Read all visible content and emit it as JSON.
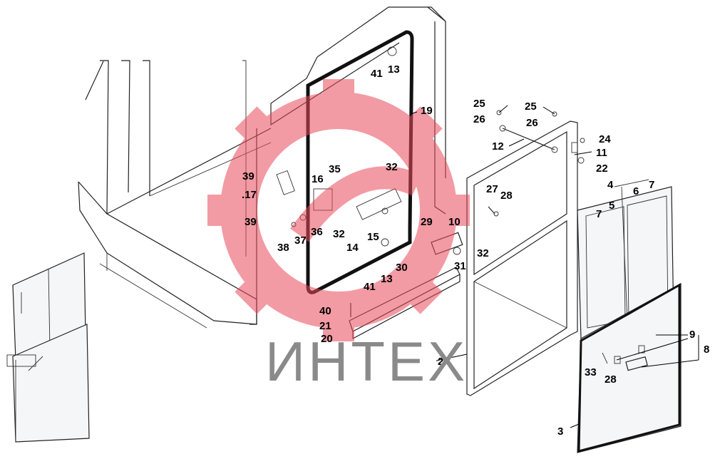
{
  "watermark": {
    "brand_text": "ИНТЕХ",
    "logo_color": "#e84a5a",
    "text_color": "#8a8a8a"
  },
  "callouts": [
    {
      "id": "41",
      "label": "41"
    },
    {
      "id": "13",
      "label": "13"
    },
    {
      "id": "19",
      "label": "19"
    },
    {
      "id": "25a",
      "label": "25"
    },
    {
      "id": "25b",
      "label": "25"
    },
    {
      "id": "26a",
      "label": "26"
    },
    {
      "id": "26b",
      "label": "26"
    },
    {
      "id": "24",
      "label": "24"
    },
    {
      "id": "12",
      "label": "12"
    },
    {
      "id": "11",
      "label": "11"
    },
    {
      "id": "22",
      "label": "22"
    },
    {
      "id": "39a",
      "label": "39"
    },
    {
      "id": "16",
      "label": "16"
    },
    {
      "id": "35",
      "label": "35"
    },
    {
      "id": "32a",
      "label": "32"
    },
    {
      "id": "17",
      "label": ".17"
    },
    {
      "id": "27",
      "label": "27"
    },
    {
      "id": "28a",
      "label": "28"
    },
    {
      "id": "4",
      "label": "4"
    },
    {
      "id": "7a",
      "label": "7"
    },
    {
      "id": "6",
      "label": "6"
    },
    {
      "id": "7b",
      "label": "7"
    },
    {
      "id": "5",
      "label": "5"
    },
    {
      "id": "39b",
      "label": "39"
    },
    {
      "id": "36",
      "label": "36"
    },
    {
      "id": "32b",
      "label": "32"
    },
    {
      "id": "29",
      "label": "29"
    },
    {
      "id": "10",
      "label": "10"
    },
    {
      "id": "37",
      "label": "37"
    },
    {
      "id": "38",
      "label": "38"
    },
    {
      "id": "15",
      "label": "15"
    },
    {
      "id": "14",
      "label": "14"
    },
    {
      "id": "32c",
      "label": "32"
    },
    {
      "id": "30",
      "label": "30"
    },
    {
      "id": "31",
      "label": "31"
    },
    {
      "id": "41b",
      "label": "41"
    },
    {
      "id": "13b",
      "label": "13"
    },
    {
      "id": "40",
      "label": "40"
    },
    {
      "id": "21",
      "label": "21"
    },
    {
      "id": "20",
      "label": "20"
    },
    {
      "id": "9",
      "label": "9"
    },
    {
      "id": "8",
      "label": "8"
    },
    {
      "id": "2",
      "label": "2"
    },
    {
      "id": "33",
      "label": "33"
    },
    {
      "id": "28b",
      "label": "28"
    },
    {
      "id": "3",
      "label": "3"
    }
  ]
}
